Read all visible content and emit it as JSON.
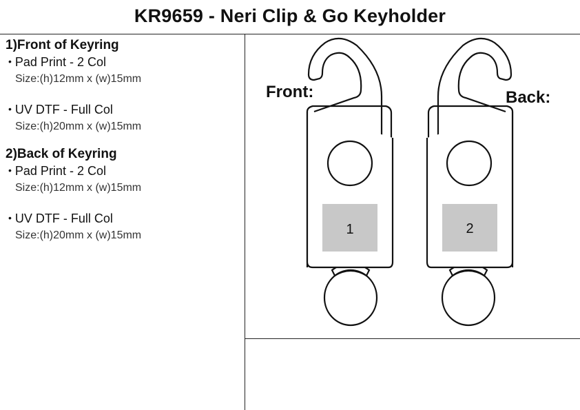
{
  "header": {
    "title": "KR9659 - Neri Clip & Go Keyholder"
  },
  "sections": [
    {
      "title": "1)Front of Keyring",
      "methods": [
        {
          "name": "Pad Print - 2 Col",
          "size": "Size:(h)12mm x (w)15mm"
        },
        {
          "name": "UV DTF - Full Col",
          "size": "Size:(h)20mm x (w)15mm"
        }
      ]
    },
    {
      "title": "2)Back of Keyring",
      "methods": [
        {
          "name": "Pad Print - 2 Col",
          "size": "Size:(h)12mm x (w)15mm"
        },
        {
          "name": "UV DTF - Full Col",
          "size": "Size:(h)20mm x (w)15mm"
        }
      ]
    }
  ],
  "illustration": {
    "front_label": "Front:",
    "back_label": "Back:",
    "front_area": "1",
    "back_area": "2",
    "print_area_color": "#c8c8c8"
  }
}
